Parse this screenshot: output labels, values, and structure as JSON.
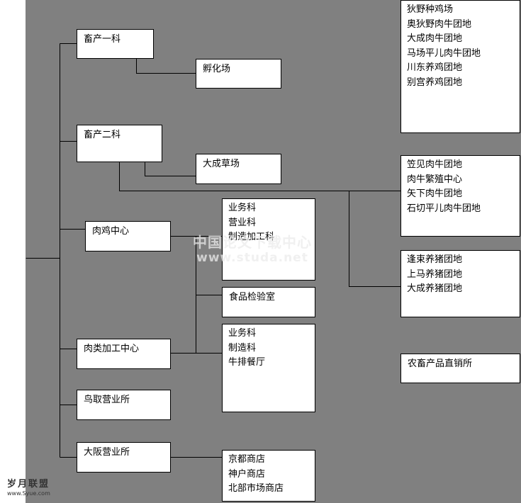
{
  "nodes": {
    "livestock1": [
      "畜产一科"
    ],
    "hatchery": [
      "孵化场"
    ],
    "livestock2": [
      "畜产二科"
    ],
    "dacheng_grass": [
      "大成草场"
    ],
    "broiler_center": [
      "肉鸡中心"
    ],
    "broiler_depts": [
      "业务科",
      "营业科",
      "制造加工科"
    ],
    "food_lab": [
      "食品检验室"
    ],
    "meat_center": [
      "肉类加工中心"
    ],
    "meat_depts": [
      "业务科",
      "制造科",
      "牛排餐厅"
    ],
    "tottori_office": [
      "鸟取营业所"
    ],
    "osaka_office": [
      "大阪营业所"
    ],
    "osaka_shops": [
      "京都商店",
      "神户商店",
      "北部市场商店"
    ],
    "farms_a": [
      "狄野种鸡场",
      "奥狄野肉牛团地",
      "大成肉牛团地",
      "马场平儿肉牛团地",
      "川东养鸡团地",
      "别宫养鸡团地"
    ],
    "farms_b": [
      "笠见肉牛团地",
      "肉牛繁殖中心",
      "矢下肉牛团地",
      "石切平儿肉牛团地"
    ],
    "farms_c": [
      "逢束养猪团地",
      "上马养猪团地",
      "大成养猪团地"
    ],
    "direct_store": [
      "农畜产品直销所"
    ]
  },
  "watermark": {
    "line1": "中国论文下载中心",
    "line2": "www.studa.net"
  },
  "corner_logo": {
    "line1": "岁月联盟",
    "line2": "www.Syue.com"
  }
}
